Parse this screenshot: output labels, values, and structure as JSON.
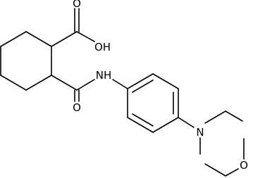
{
  "structure": {
    "atom_labels": {
      "carbonyl_o_acid": "O",
      "hydroxyl": "OH",
      "carbonyl_o_amide": "O",
      "amide_nh": "NH",
      "morpholine_n": "N",
      "morpholine_o": "O"
    },
    "colors": {
      "bond": "#000000",
      "label": "#000000",
      "background": "#ffffff"
    }
  }
}
